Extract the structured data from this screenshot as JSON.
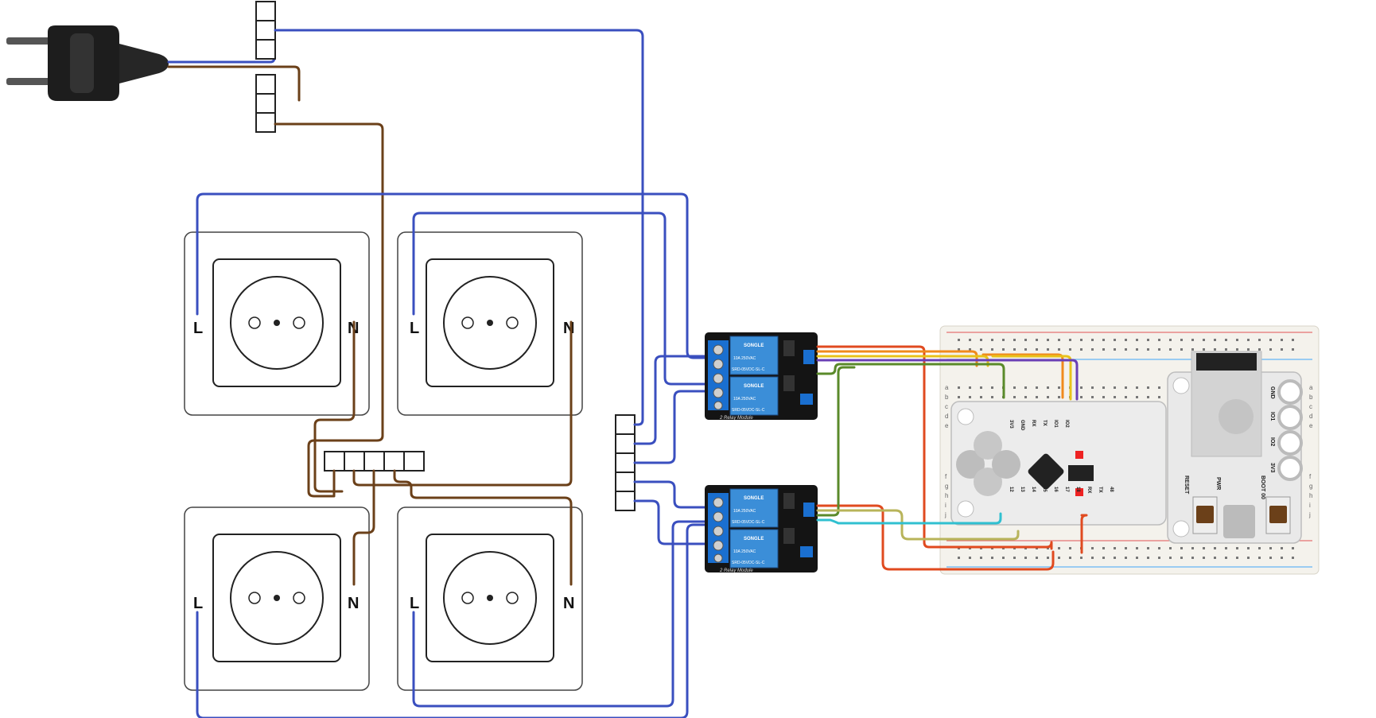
{
  "outlet_labels": {
    "line": "L",
    "neutral": "N"
  },
  "relay_module": {
    "brand": "SONGLE",
    "relay_text_1": "10A 250VAC",
    "relay_text_2": "SRD-05VDC-SL-C",
    "module_label": "2 Relay Module"
  },
  "board": {
    "labels_top": [
      "3V3",
      "GND",
      "RX",
      "TX",
      "IO1",
      "IO2"
    ],
    "labels_bottom": [
      "12",
      "13",
      "14",
      "15",
      "16",
      "17",
      "18",
      "RX",
      "TX",
      "48"
    ],
    "labels_side": [
      "GND",
      "IO1",
      "IO2",
      "3V3"
    ],
    "button_reset": "RESET",
    "button_boot": "BOOT 00",
    "power_label": "PWR",
    "row_letters_left": [
      "a",
      "b",
      "c",
      "d",
      "e"
    ],
    "row_letters_right": [
      "a",
      "b",
      "c",
      "d",
      "e"
    ],
    "row_letters_left_bottom": [
      "f",
      "g",
      "h",
      "i",
      "j"
    ],
    "row_letters_right_bottom": [
      "f",
      "g",
      "h",
      "i",
      "j"
    ]
  },
  "colors": {
    "neutral_wire": "#3a4fbf",
    "live_wire": "#6b4019",
    "wire_red": "#e04a1f",
    "wire_orange": "#f08a1c",
    "wire_yellow": "#e8c21a",
    "wire_purple": "#6a3fb5",
    "wire_green": "#5a8a2a",
    "wire_olive": "#b8b45a",
    "wire_cyan": "#30c0d0"
  }
}
